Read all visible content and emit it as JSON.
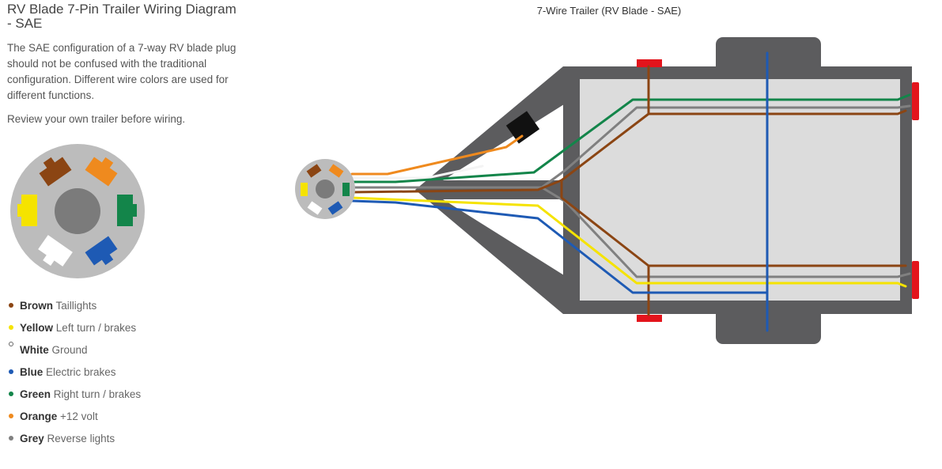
{
  "title": "RV Blade 7-Pin Trailer Wiring Diagram - SAE",
  "description": "The SAE configuration of a 7-way RV blade plug should not be confused with the traditional configuration. Different wire colors are used for different functions.",
  "note": "Review your own trailer before wiring.",
  "diagram_title": "7-Wire Trailer (RV Blade - SAE)",
  "legend": [
    {
      "color_name": "Brown",
      "function": "Taillights",
      "color": "#8b4513"
    },
    {
      "color_name": "Yellow",
      "function": "Left turn / brakes",
      "color": "#f5e300"
    },
    {
      "color_name": "White",
      "function": "Ground",
      "color": "#ffffff"
    },
    {
      "color_name": "Blue",
      "function": "Electric brakes",
      "color": "#1e5ab4"
    },
    {
      "color_name": "Green",
      "function": "Right turn / brakes",
      "color": "#13854a"
    },
    {
      "color_name": "Orange",
      "function": "+12 volt",
      "color": "#ef8a1e"
    },
    {
      "color_name": "Grey",
      "function": "Reverse lights",
      "color": "#808080"
    }
  ],
  "colors": {
    "frame": "#5c5c5e",
    "bed": "#dcdcdc",
    "lights": "#e3141c",
    "plug_face": "#bcbcbc",
    "plug_center": "#7b7b7b"
  }
}
